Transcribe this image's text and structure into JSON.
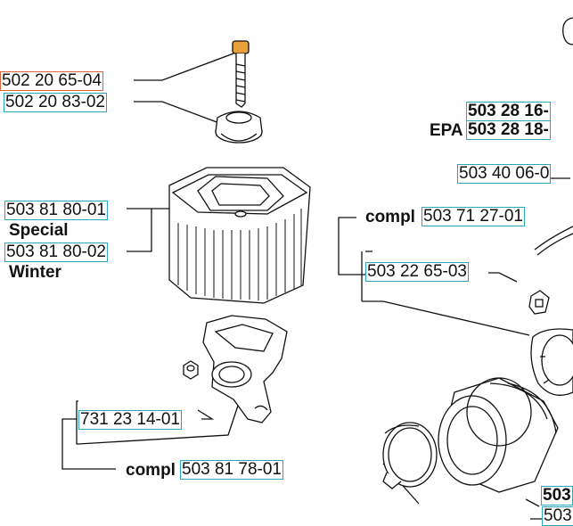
{
  "colors": {
    "selected_border": "#e0653a",
    "link_border": "#2aa6c4",
    "stroke": "#111111",
    "part_fill": "#ffffff",
    "bolt_head": "#e8a13a"
  },
  "labels": {
    "pn_bolt": "502 20 65-04",
    "pn_cap": "502 20 83-02",
    "pn_filter_special": "503 81 80-01",
    "special": "Special",
    "pn_filter_winter": "503 81 80-02",
    "winter": "Winter",
    "pn_nut": "731 23 14-01",
    "compl_1": "compl",
    "pn_housing": "503 81 78-01",
    "pn_epa_top": "503 28 16-",
    "epa": "EPA",
    "pn_epa_bottom": "503 28 18-",
    "pn_hose": "503 40 06-0",
    "compl_2": "compl",
    "pn_boot_compl": "503 71 27-01",
    "pn_boot": "503 22 65-03",
    "pn_br1": "503",
    "pn_br2": "503"
  }
}
